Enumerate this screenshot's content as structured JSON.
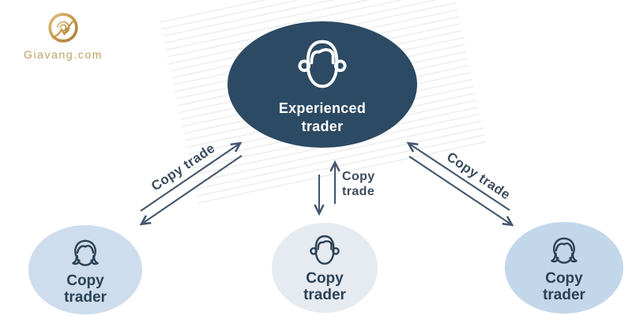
{
  "brand": {
    "name": "Giavang.com",
    "logo_icon": "giavang-logo-icon",
    "gold_color": "#bfa05f"
  },
  "diagram": {
    "master": {
      "label_line1": "Experienced",
      "label_line2": "trader",
      "icon": "male-face-icon",
      "bg_color": "#2c4a63",
      "text_color": "#ffffff"
    },
    "followers": [
      {
        "label_line1": "Copy",
        "label_line2": "trader",
        "icon": "female-face-icon",
        "bg_color": "#cedded"
      },
      {
        "label_line1": "Copy",
        "label_line2": "trader",
        "icon": "male-face-icon",
        "bg_color": "#e6ebf1"
      },
      {
        "label_line1": "Copy",
        "label_line2": "trader",
        "icon": "female-face-icon",
        "bg_color": "#c3d7ea"
      }
    ],
    "edges": [
      {
        "position": "left",
        "label": "Copy trade",
        "direction": "bidirectional"
      },
      {
        "position": "middle",
        "label_line1": "Copy",
        "label_line2": "trade",
        "direction": "bidirectional"
      },
      {
        "position": "right",
        "label": "Copy trade",
        "direction": "bidirectional"
      }
    ],
    "arrow_color": "#44566c",
    "edge_label_color": "#3d4c5e"
  }
}
